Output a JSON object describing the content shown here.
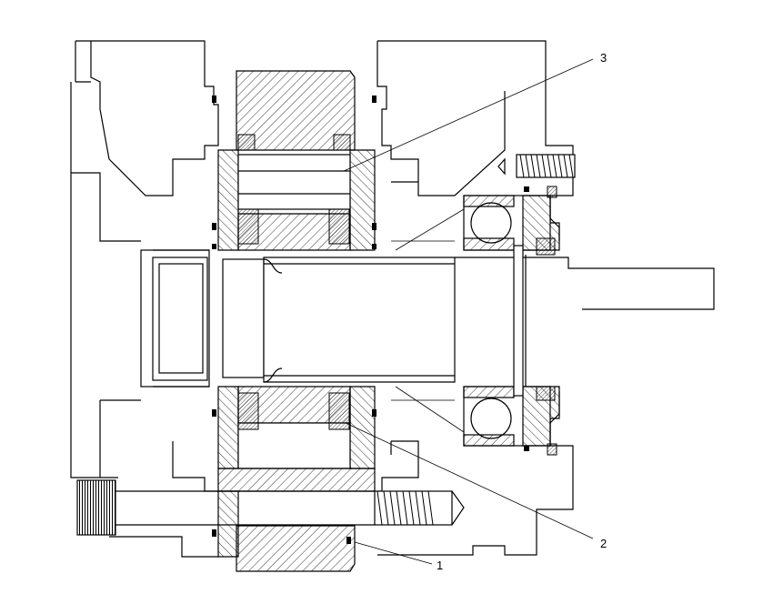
{
  "callouts": [
    {
      "label": "3"
    },
    {
      "label": "2"
    },
    {
      "label": "1"
    }
  ]
}
